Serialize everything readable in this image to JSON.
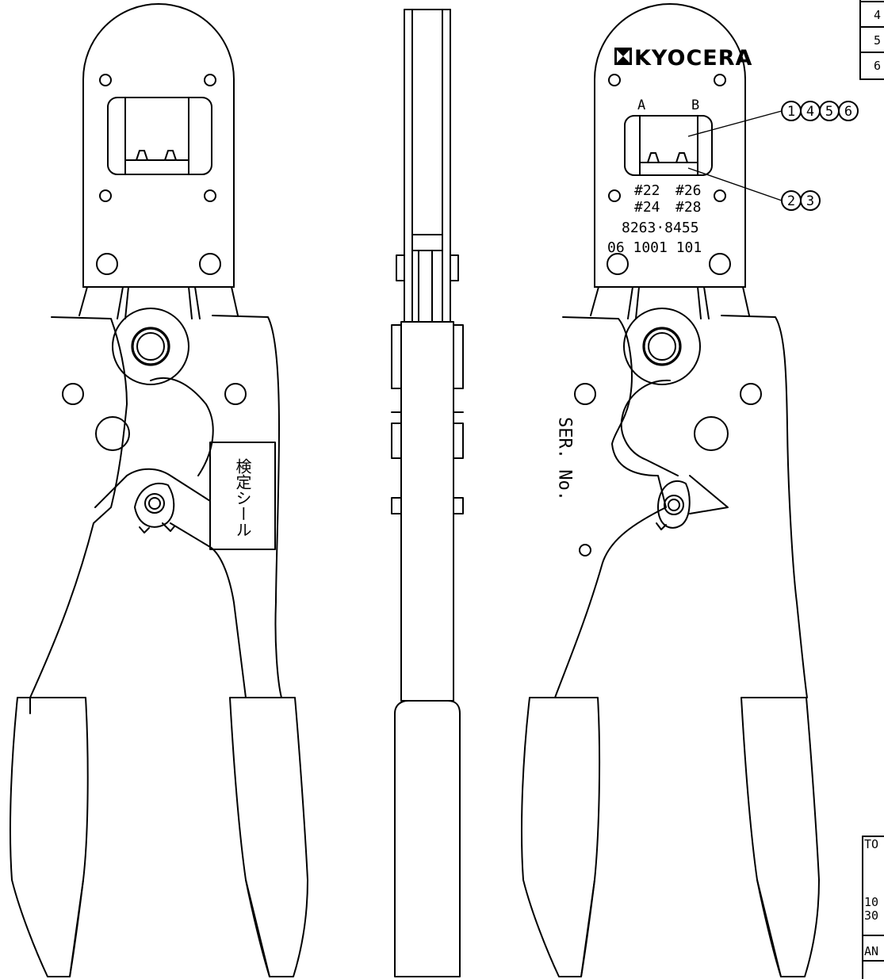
{
  "front_view": {
    "inspection_seal_label": "検定シール"
  },
  "back_view": {
    "brand_logo": "KYOCERA",
    "die_label_a": "A",
    "die_label_b": "B",
    "wire_gauge_row1_left": "#22",
    "wire_gauge_row1_right": "#26",
    "wire_gauge_row2_left": "#24",
    "wire_gauge_row2_right": "#28",
    "part_numbers": "8263·8455",
    "model_code": "06 1001 101",
    "serial_label": "SER. No."
  },
  "callouts": {
    "group_one": [
      "1",
      "4",
      "5",
      "6"
    ],
    "group_two": [
      "2",
      "3"
    ]
  },
  "revision_table_clip": [
    "4",
    "5",
    "6"
  ],
  "title_block_clip": {
    "line_a": "TO",
    "line_b": "10",
    "line_c": "30",
    "line_d": "AN"
  }
}
